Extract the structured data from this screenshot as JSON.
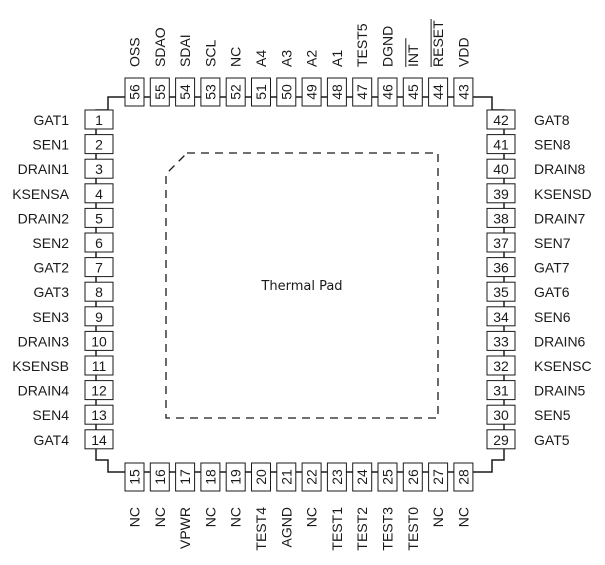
{
  "package": {
    "thermal_pad_label": "Thermal Pad",
    "pins_left": [
      {
        "num": "1",
        "name": "GAT1"
      },
      {
        "num": "2",
        "name": "SEN1"
      },
      {
        "num": "3",
        "name": "DRAIN1"
      },
      {
        "num": "4",
        "name": "KSENSA"
      },
      {
        "num": "5",
        "name": "DRAIN2"
      },
      {
        "num": "6",
        "name": "SEN2"
      },
      {
        "num": "7",
        "name": "GAT2"
      },
      {
        "num": "8",
        "name": "GAT3"
      },
      {
        "num": "9",
        "name": "SEN3"
      },
      {
        "num": "10",
        "name": "DRAIN3"
      },
      {
        "num": "11",
        "name": "KSENSB"
      },
      {
        "num": "12",
        "name": "DRAIN4"
      },
      {
        "num": "13",
        "name": "SEN4"
      },
      {
        "num": "14",
        "name": "GAT4"
      }
    ],
    "pins_bottom": [
      {
        "num": "15",
        "name": "NC"
      },
      {
        "num": "16",
        "name": "NC"
      },
      {
        "num": "17",
        "name": "VPWR"
      },
      {
        "num": "18",
        "name": "NC"
      },
      {
        "num": "19",
        "name": "NC"
      },
      {
        "num": "20",
        "name": "TEST4"
      },
      {
        "num": "21",
        "name": "AGND"
      },
      {
        "num": "22",
        "name": "NC"
      },
      {
        "num": "23",
        "name": "TEST1"
      },
      {
        "num": "24",
        "name": "TEST2"
      },
      {
        "num": "25",
        "name": "TEST3"
      },
      {
        "num": "26",
        "name": "TEST0"
      },
      {
        "num": "27",
        "name": "NC"
      },
      {
        "num": "28",
        "name": "NC"
      }
    ],
    "pins_right": [
      {
        "num": "29",
        "name": "GAT5"
      },
      {
        "num": "30",
        "name": "SEN5"
      },
      {
        "num": "31",
        "name": "DRAIN5"
      },
      {
        "num": "32",
        "name": "KSENSC"
      },
      {
        "num": "33",
        "name": "DRAIN6"
      },
      {
        "num": "34",
        "name": "SEN6"
      },
      {
        "num": "35",
        "name": "GAT6"
      },
      {
        "num": "36",
        "name": "GAT7"
      },
      {
        "num": "37",
        "name": "SEN7"
      },
      {
        "num": "38",
        "name": "DRAIN7"
      },
      {
        "num": "39",
        "name": "KSENSD"
      },
      {
        "num": "40",
        "name": "DRAIN8"
      },
      {
        "num": "41",
        "name": "SEN8"
      },
      {
        "num": "42",
        "name": "GAT8"
      }
    ],
    "pins_top": [
      {
        "num": "43",
        "name": "VDD"
      },
      {
        "num": "44",
        "name": "RESET",
        "overline": true
      },
      {
        "num": "45",
        "name": "INT",
        "overline": true
      },
      {
        "num": "46",
        "name": "DGND"
      },
      {
        "num": "47",
        "name": "TEST5"
      },
      {
        "num": "48",
        "name": "A1"
      },
      {
        "num": "49",
        "name": "A2"
      },
      {
        "num": "50",
        "name": "A3"
      },
      {
        "num": "51",
        "name": "A4"
      },
      {
        "num": "52",
        "name": "NC"
      },
      {
        "num": "53",
        "name": "SCL"
      },
      {
        "num": "54",
        "name": "SDAI"
      },
      {
        "num": "55",
        "name": "SDAO"
      },
      {
        "num": "56",
        "name": "OSS"
      }
    ]
  }
}
